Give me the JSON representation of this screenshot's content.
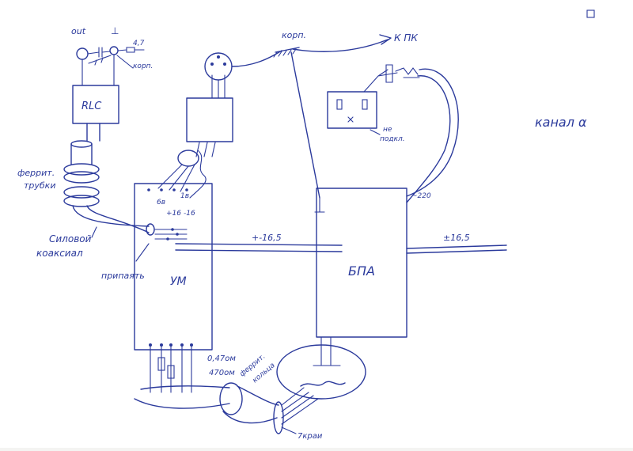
{
  "labels": {
    "out": "out",
    "perp": "⊥",
    "r47": "4,7",
    "korp_small": "корп.",
    "rlc": "RLC",
    "korp_top": "корп.",
    "k_pk": "К  ПК",
    "ne_podkl_1": "не",
    "ne_podkl_2": "подкл.",
    "kanal": "канал α",
    "ferrit_1": "феррит.",
    "ferrit_2": "трубки",
    "silovoy_1": "Силовой",
    "silovoy_2": "коаксиал",
    "vol_plus16": "+16",
    "vol_minus16": "-16",
    "vol_6v": "6в",
    "vol_10v": "1в",
    "pripaiat": "припаять",
    "um": "УМ",
    "bpa": "БПА",
    "bus_left": "+-16,5",
    "bus_right": "±16,5",
    "v220": "~220",
    "r047": "0,47ом",
    "r470": "470ом",
    "ferrit_kolca_1": "феррит.",
    "ferrit_kolca_2": "кольца",
    "kraia": "7краи"
  }
}
